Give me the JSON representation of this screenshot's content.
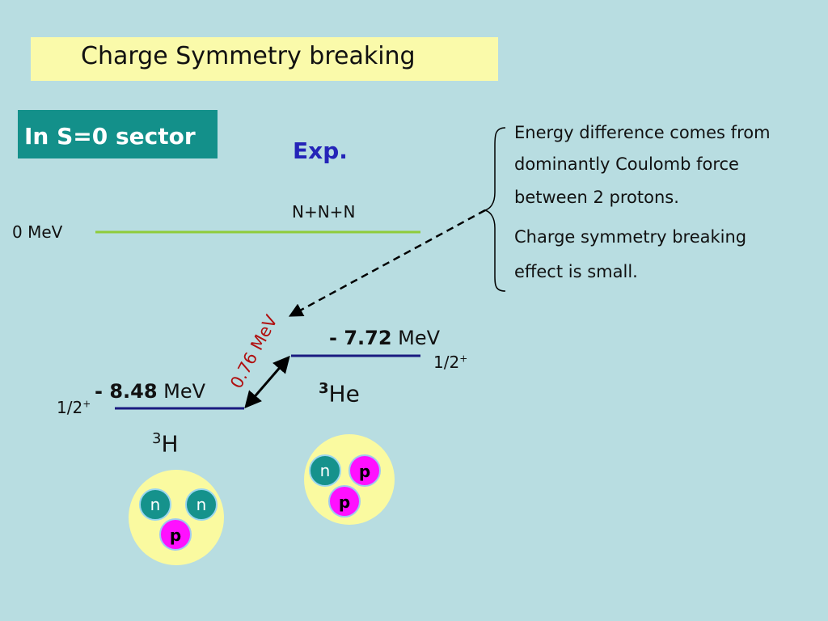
{
  "title": "Charge Symmetry breaking",
  "sector_label": "In S=0 sector",
  "exp_label": "Exp.",
  "levels": {
    "threshold": {
      "label": "N+N+N",
      "energy": "0 MeV"
    },
    "he3": {
      "energy_value": "- 7.72",
      "energy_unit": " MeV",
      "spin": "1/2",
      "spin_sup": "+",
      "nucleus_mass": "3",
      "nucleus_symbol": "He"
    },
    "h3": {
      "energy_value": "- 8.48",
      "energy_unit": " MeV",
      "spin": "1/2",
      "spin_sup": "+",
      "nucleus_mass": "3",
      "nucleus_symbol": "H"
    }
  },
  "difference_label": "0.76 MeV",
  "notes": [
    "Energy difference comes from",
    "dominantly Coulomb force",
    "between 2 protons.",
    "Charge symmetry breaking",
    "effect is small."
  ],
  "particles": {
    "neutron": "n",
    "proton": "p"
  },
  "colors": {
    "background": "#b8dde1",
    "title_box": "#fafaaa",
    "sector_box": "#13908a",
    "exp_text": "#2424b8",
    "threshold_line": "#8fcc3a",
    "level_line": "#1a1a80",
    "difference_text": "#b01010",
    "nucleus_disc": "#fafaa0",
    "neutron": "#15928c",
    "proton": "#ff10ff"
  }
}
